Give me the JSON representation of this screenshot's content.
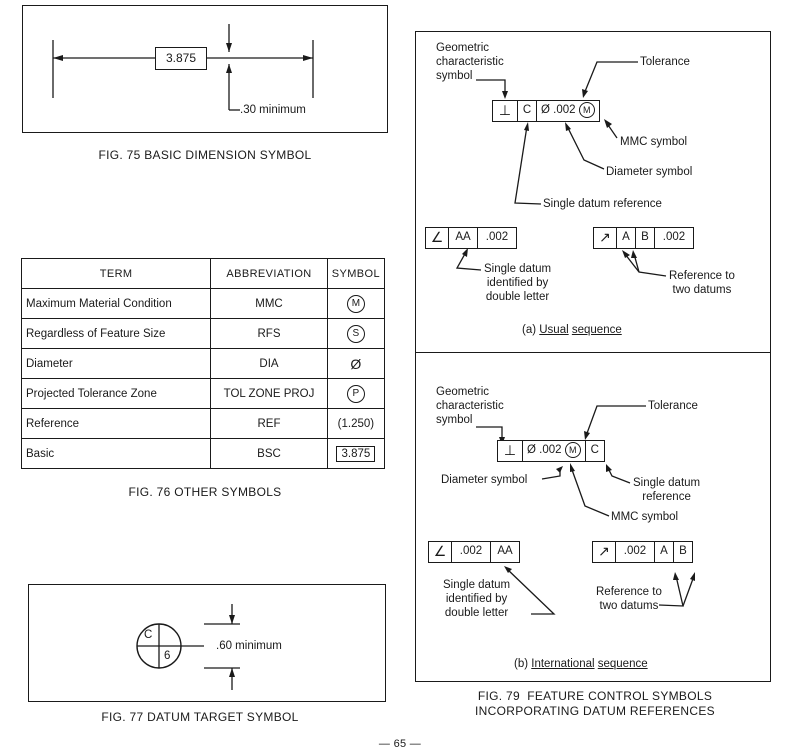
{
  "fig75": {
    "value": "3.875",
    "note": ".30 minimum",
    "caption": "FIG. 75  BASIC DIMENSION SYMBOL"
  },
  "fig76": {
    "headers": [
      "TERM",
      "ABBREVIATION",
      "SYMBOL"
    ],
    "rows": [
      {
        "term": "Maximum Material Condition",
        "abbr": "MMC",
        "symbol": "M"
      },
      {
        "term": "Regardless of Feature Size",
        "abbr": "RFS",
        "symbol": "S"
      },
      {
        "term": "Diameter",
        "abbr": "DIA",
        "symbol": "Ø"
      },
      {
        "term": "Projected Tolerance Zone",
        "abbr": "TOL ZONE PROJ",
        "symbol": "P"
      },
      {
        "term": "Reference",
        "abbr": "REF",
        "symbol": "(1.250)"
      },
      {
        "term": "Basic",
        "abbr": "BSC",
        "symbol": "3.875"
      }
    ],
    "caption": "FIG. 76  OTHER SYMBOLS"
  },
  "fig77": {
    "top_letter": "C",
    "bottom_number": "6",
    "note": ".60 minimum",
    "caption": "FIG. 77  DATUM TARGET SYMBOL"
  },
  "fig79": {
    "usual": {
      "geometric_label": "Geometric\ncharacteristic\nsymbol",
      "tolerance_label": "Tolerance",
      "mmc_label": "MMC symbol",
      "diameter_label": "Diameter symbol",
      "single_datum_label": "Single datum reference",
      "frame": {
        "sym": "⊥",
        "datum": "C",
        "dia": "Ø .002",
        "mod": "M"
      },
      "angle_frame": {
        "sym": "∠",
        "datum": "AA",
        "tol": ".002"
      },
      "angle_label": "Single datum\nidentified by\ndouble letter",
      "runout_frame": {
        "sym": "↗",
        "d1": "A",
        "d2": "B",
        "tol": ".002"
      },
      "runout_label": "Reference to\ntwo datums",
      "caption_prefix": "(a) ",
      "caption_u1": "Usual",
      "caption_u2": "sequence"
    },
    "international": {
      "geometric_label": "Geometric\ncharacteristic\nsymbol",
      "tolerance_label": "Tolerance",
      "diameter_label": "Diameter symbol",
      "single_datum_label": "Single datum\nreference",
      "mmc_label": "MMC symbol",
      "frame": {
        "sym": "⊥",
        "dia": "Ø .002",
        "mod": "M",
        "datum": "C"
      },
      "angle_frame": {
        "sym": "∠",
        "tol": ".002",
        "datum": "AA"
      },
      "angle_label": "Single datum\nidentified by\ndouble letter",
      "runout_frame": {
        "sym": "↗",
        "tol": ".002",
        "d1": "A",
        "d2": "B"
      },
      "runout_label": "Reference to\ntwo datums",
      "caption_prefix": "(b) ",
      "caption_u1": "International",
      "caption_u2": "sequence"
    },
    "caption": "FIG. 79  FEATURE CONTROL SYMBOLS\nINCORPORATING DATUM REFERENCES"
  },
  "page_number": "— 65 —"
}
